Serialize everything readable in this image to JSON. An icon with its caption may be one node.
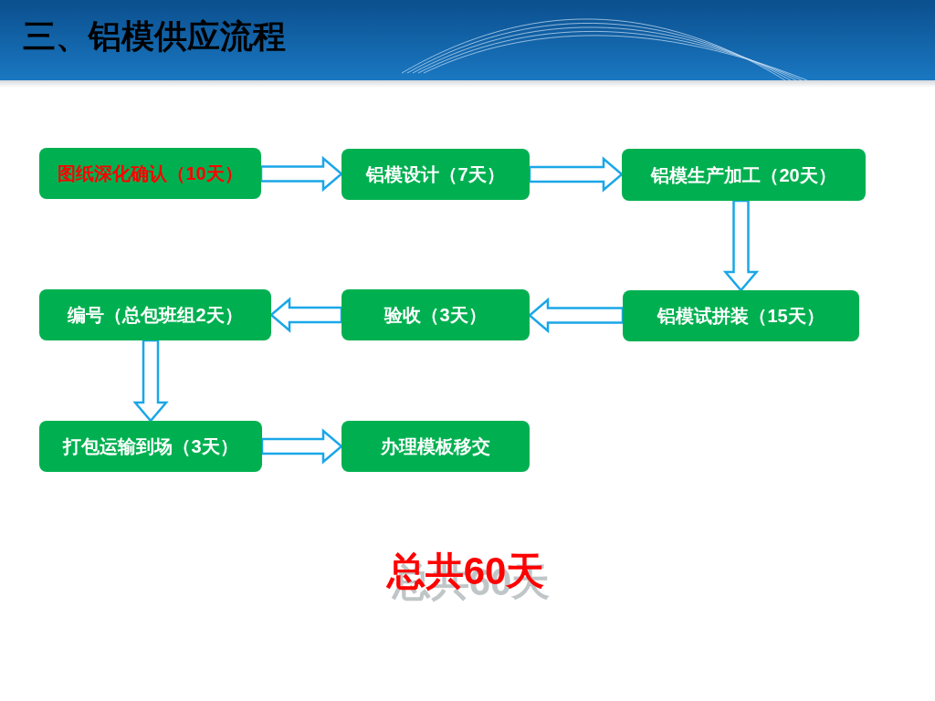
{
  "diagram": {
    "title": "三、铝模供应流程",
    "nodes": [
      {
        "text": [
          "图纸深化确认（10天）"
        ]
      },
      {
        "text": [
          "铝模设计（7天）"
        ]
      },
      {
        "text": [
          "铝模生产加工（20天）"
        ]
      },
      {
        "text": [
          "铝模试拼装（15天）"
        ]
      },
      {
        "text": [
          "验收（3天）"
        ]
      },
      {
        "text": [
          "编号（总包班组2天）"
        ]
      },
      {
        "text": [
          "打包运输到场（3天）"
        ]
      },
      {
        "text": [
          "办理模板移交"
        ]
      }
    ],
    "edges": [
      {
        "from": 0,
        "to": 1,
        "arrow": "to"
      },
      {
        "from": 1,
        "to": 2,
        "arrow": "to"
      },
      {
        "from": 2,
        "to": 3,
        "arrow": "to"
      },
      {
        "from": 3,
        "to": 4,
        "arrow": "to"
      },
      {
        "from": 4,
        "to": 5,
        "arrow": "to"
      },
      {
        "from": 5,
        "to": 6,
        "arrow": "to"
      },
      {
        "from": 6,
        "to": 7,
        "arrow": "to"
      }
    ],
    "labels": [
      "总共60天"
    ]
  }
}
